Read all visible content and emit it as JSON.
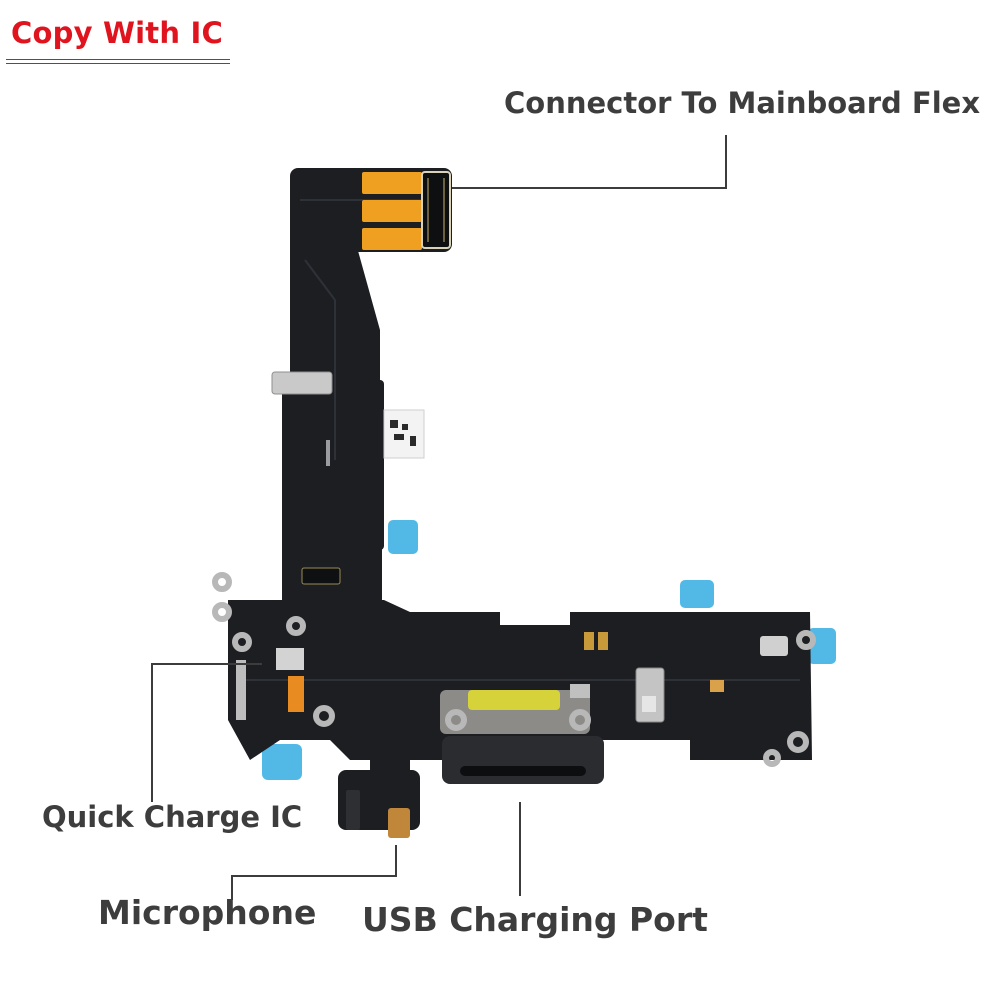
{
  "badge": {
    "text": "Copy With IC",
    "color": "#e0141e"
  },
  "labels": {
    "connector": "Connector To Mainboard Flex",
    "quick_charge": "Quick Charge IC",
    "microphone": "Microphone",
    "usb_port": "USB Charging Port"
  },
  "colors": {
    "flex_black": "#1c1e22",
    "contact_orange": "#f0a020",
    "bracket_silver": "#c8c8c8",
    "tab_blue": "#52b9e6",
    "label_text": "#3d3d3d"
  }
}
